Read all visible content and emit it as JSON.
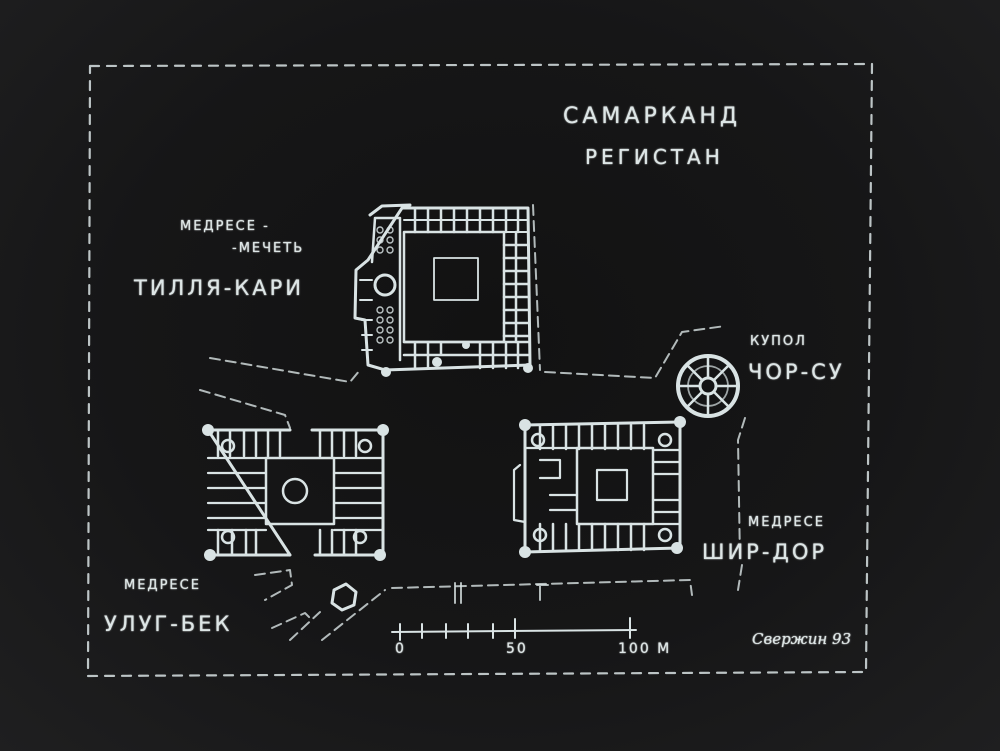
{
  "title": {
    "city": "САМАРКАНД",
    "square": "РЕГИСТАН"
  },
  "buildings": [
    {
      "type_line1": "МЕДРЕСЕ -",
      "type_line2": "-МЕЧЕТЬ",
      "name": "ТИЛЛЯ-КАРИ"
    },
    {
      "type_line1": "КУПОЛ",
      "name": "ЧОР-СУ"
    },
    {
      "type_line1": "МЕДРЕСЕ",
      "name": "ШИР-ДОР"
    },
    {
      "type_line1": "МЕДРЕСЕ",
      "name": "УЛУГ-БЕК"
    }
  ],
  "scale_bar": {
    "ticks": [
      "0",
      "50",
      "100 М"
    ]
  },
  "signature": "Свержин 93",
  "colors": {
    "background": "#1b1b1c",
    "chalk": "#d9e3e4"
  }
}
